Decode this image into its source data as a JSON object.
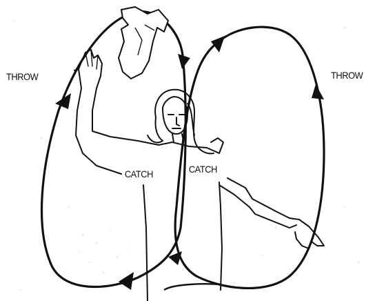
{
  "labels": {
    "throw_left": "THROW",
    "throw_right": "THROW",
    "catch_left": "CATCH",
    "catch_right": "CATCH"
  },
  "colors": {
    "ink": "#111111",
    "background": "#ffffff"
  }
}
